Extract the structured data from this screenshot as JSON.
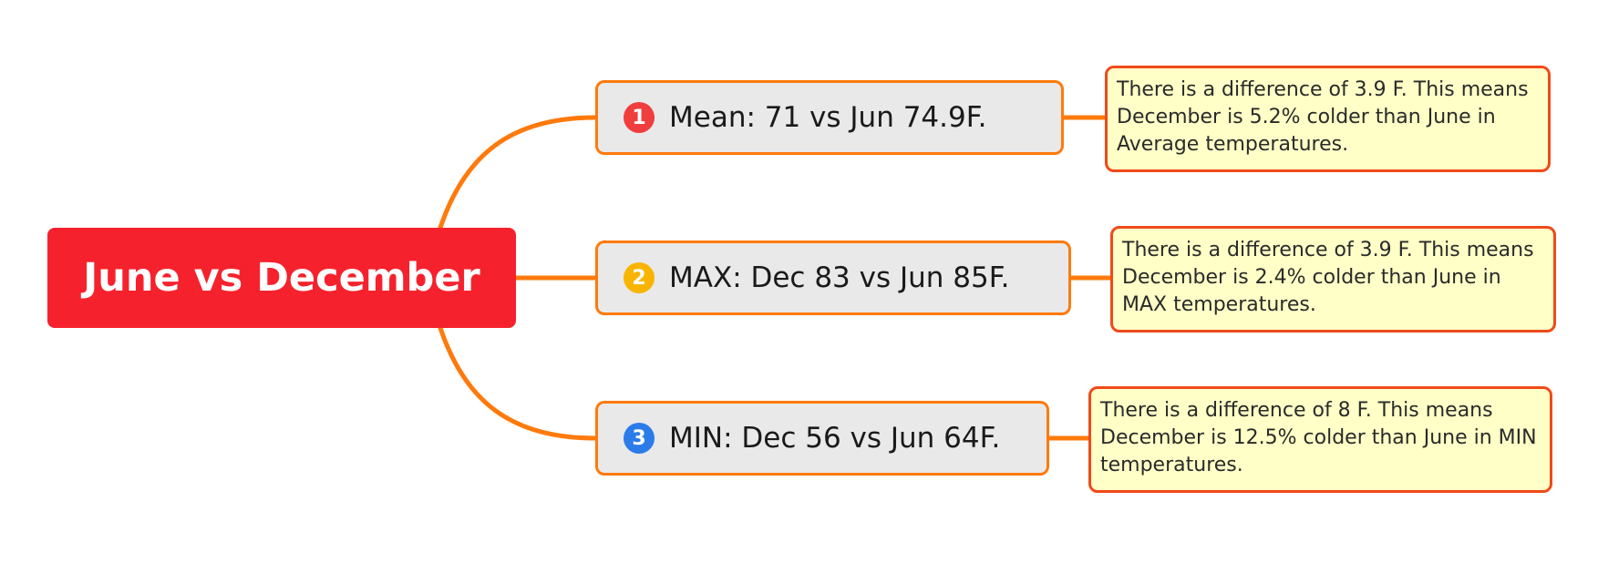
{
  "central_topic": "June vs December",
  "branches": [
    {
      "marker": "1",
      "marker_color": "#f03e3e",
      "label": "Mean: 71 vs Jun 74.9F.",
      "note": "There is a difference of 3.9 F. This means\nDecember  is 5.2% colder than June  in\nAverage temperatures."
    },
    {
      "marker": "2",
      "marker_color": "#f8b400",
      "label": "MAX:  Dec 83 vs Jun 85F.",
      "note": "There is a difference of 3.9 F. This means\nDecember  is 2.4% colder than June  in\nMAX temperatures."
    },
    {
      "marker": "3",
      "marker_color": "#2b7ce9",
      "label": "MIN: Dec 56 vs Jun 64F.",
      "note": "There is a difference of 8 F. This means\nDecember  is 12.5% colder than June  in MIN\ntemperatures."
    }
  ],
  "colors": {
    "central_fill": "#f5222d",
    "connector": "#ff7a0c",
    "topic_fill": "#e9e9e9",
    "note_fill": "#ffffc7",
    "note_border": "#f04a1a"
  }
}
